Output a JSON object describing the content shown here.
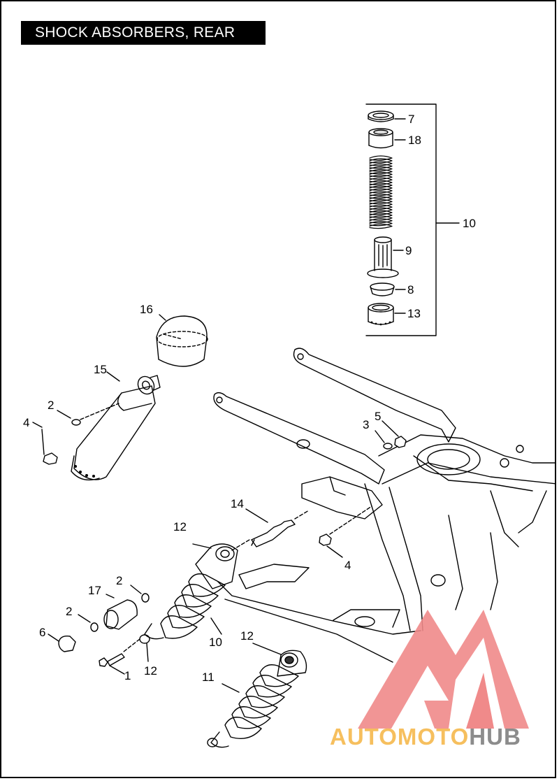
{
  "title": "SHOCK ABSORBERS, REAR",
  "callouts": [
    "7",
    "18",
    "10",
    "9",
    "8",
    "13",
    "16",
    "15",
    "2",
    "4",
    "3",
    "5",
    "14",
    "12",
    "4",
    "2",
    "17",
    "2",
    "6",
    "1",
    "12",
    "10",
    "12",
    "11"
  ],
  "watermark": {
    "auto": "AUTO",
    "moto": "MOTO",
    "hub": "HUB"
  },
  "colors": {
    "watermark_red": "#f08a8a",
    "watermark_orange": "#f6bf5e",
    "watermark_gray": "#8c8c8c",
    "line": "#000000"
  }
}
